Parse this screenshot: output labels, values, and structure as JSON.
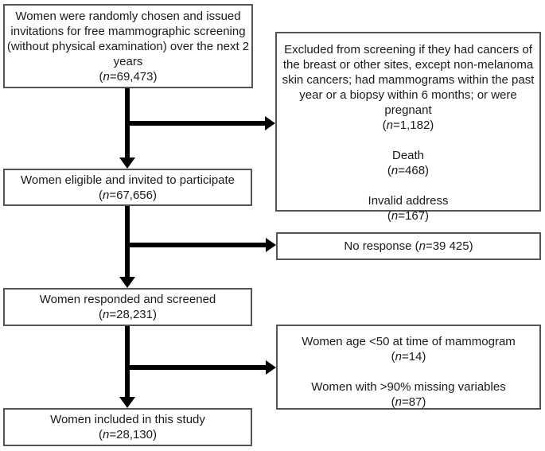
{
  "colors": {
    "background": "#ffffff",
    "box_border": "#545454",
    "text": "#1a1a1a",
    "arrow": "#000000"
  },
  "boxes": {
    "invited": {
      "paragraphs": [
        "Women were randomly chosen and issued invitations for free mammographic screening (without physical examination) over the next 2 years\n(n=69,473)"
      ]
    },
    "excluded_screening": {
      "paragraphs": [
        "Excluded from screening if they had cancers of the breast or other sites, except non-melanoma skin cancers; had mammograms within the past year or a biopsy within 6 months; or were pregnant\n(n=1,182)",
        "Death\n(n=468)",
        "Invalid address\n(n=167)"
      ]
    },
    "eligible": {
      "paragraphs": [
        "Women eligible and invited to participate\n(n=67,656)"
      ]
    },
    "no_response": {
      "paragraphs": [
        "No response (n=39 425)"
      ]
    },
    "responded": {
      "paragraphs": [
        "Women responded and screened\n(n=28,231)"
      ]
    },
    "excluded_analysis": {
      "paragraphs": [
        "Women age <50 at time of mammogram\n(n=14)",
        "Women with >90% missing variables\n(n=87)"
      ]
    },
    "included": {
      "paragraphs": [
        "Women included in this study\n(n=28,130)"
      ]
    }
  }
}
